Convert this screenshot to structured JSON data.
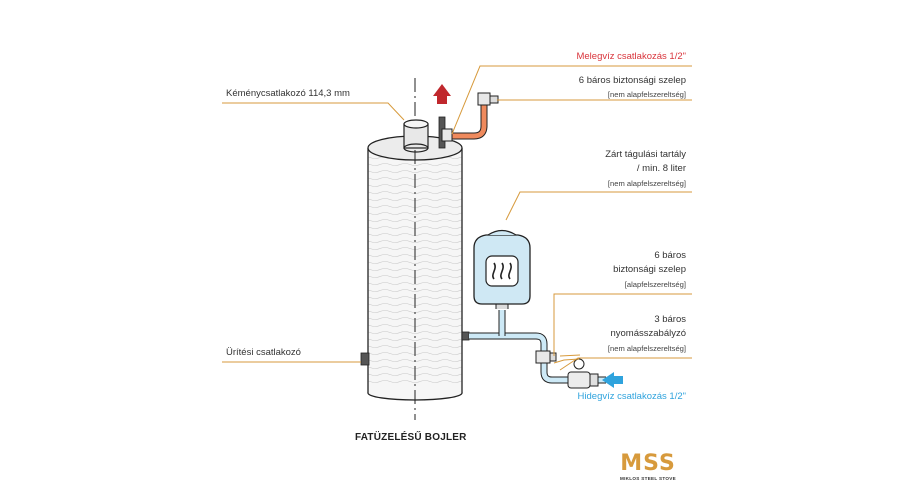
{
  "title": "FATÜZELÉSŰ BOJLER",
  "labels": {
    "hot_water": "Melegvíz csatlakozás 1/2\"",
    "safety_valve_top": "6 báros biztonsági szelep",
    "safety_valve_top_note": "[nem alapfelszereltség]",
    "chimney": "Kéménycsatlakozó 114,3 mm",
    "expansion_tank_l1": "Zárt tágulási tartály",
    "expansion_tank_l2": "/ min. 8 liter",
    "expansion_tank_note": "[nem alapfelszereltség]",
    "safety_valve_low_l1": "6 báros",
    "safety_valve_low_l2": "biztonsági szelep",
    "safety_valve_low_note": "[alapfelszereltség]",
    "pressure_reg_l1": "3 báros",
    "pressure_reg_l2": "nyomásszabályzó",
    "pressure_reg_note": "[nem alapfelszereltség]",
    "drain": "Ürítési csatlakozó",
    "cold_water": "Hidegvíz csatlakozás 1/2\""
  },
  "logo": {
    "mark": "MSS",
    "subtitle": "MIKLOS STEEL STOVE"
  },
  "colors": {
    "hot": "#d9343b",
    "cold": "#2fa3dd",
    "leader": "#d79a3c",
    "pipe_cold_fill": "#cde9f6",
    "pipe_hot_fill": "#ef8a5d",
    "tank_fill": "#cfe8f4",
    "logo": "#d79a3c"
  }
}
